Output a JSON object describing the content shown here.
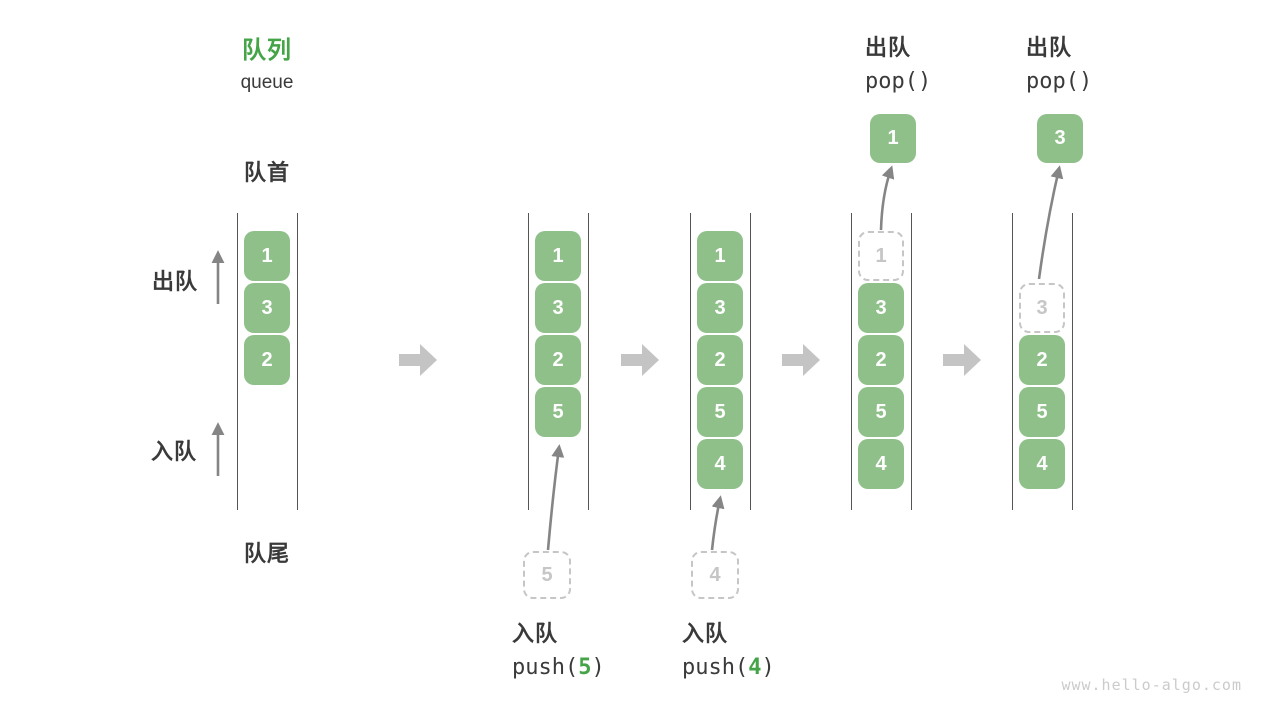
{
  "header": {
    "title_zh": "队列",
    "title_en": "queue"
  },
  "axis_labels": {
    "front": "队首",
    "rear": "队尾",
    "dequeue_side": "出队",
    "enqueue_side": "入队"
  },
  "queues": [
    {
      "slots": [
        {
          "value": "1",
          "type": "solid"
        },
        {
          "value": "3",
          "type": "solid"
        },
        {
          "value": "2",
          "type": "solid"
        }
      ]
    },
    {
      "slots": [
        {
          "value": "1",
          "type": "solid"
        },
        {
          "value": "3",
          "type": "solid"
        },
        {
          "value": "2",
          "type": "solid"
        },
        {
          "value": "5",
          "type": "solid"
        }
      ],
      "annotation": {
        "side": "below",
        "label": "入队",
        "code_fn": "push(",
        "code_arg": "5",
        "code_close": ")",
        "ghost_value": "5"
      }
    },
    {
      "slots": [
        {
          "value": "1",
          "type": "solid"
        },
        {
          "value": "3",
          "type": "solid"
        },
        {
          "value": "2",
          "type": "solid"
        },
        {
          "value": "5",
          "type": "solid"
        },
        {
          "value": "4",
          "type": "solid"
        }
      ],
      "annotation": {
        "side": "below",
        "label": "入队",
        "code_fn": "push(",
        "code_arg": "4",
        "code_close": ")",
        "ghost_value": "4"
      }
    },
    {
      "slots": [
        {
          "value": "1",
          "type": "dashed"
        },
        {
          "value": "3",
          "type": "solid"
        },
        {
          "value": "2",
          "type": "solid"
        },
        {
          "value": "5",
          "type": "solid"
        },
        {
          "value": "4",
          "type": "solid"
        }
      ],
      "annotation": {
        "side": "above",
        "label": "出队",
        "code": "pop()",
        "popped_value": "1"
      }
    },
    {
      "slots": [
        {
          "value": "",
          "type": "empty"
        },
        {
          "value": "3",
          "type": "dashed"
        },
        {
          "value": "2",
          "type": "solid"
        },
        {
          "value": "5",
          "type": "solid"
        },
        {
          "value": "4",
          "type": "solid"
        }
      ],
      "annotation": {
        "side": "above",
        "label": "出队",
        "code": "pop()",
        "popped_value": "3"
      }
    }
  ],
  "colors": {
    "box_green": "#8FC08A",
    "title_green": "#45A447",
    "code_arg_green": "#45A447",
    "text_dark": "#3A3A3A",
    "ghost_gray": "#C6C6C6",
    "thin_arrow_gray": "#858585",
    "fat_arrow_gray": "#C4C4C4",
    "wall_gray": "#555555",
    "watermark_gray": "#CBCBCB"
  },
  "watermark": "www.hello-algo.com"
}
